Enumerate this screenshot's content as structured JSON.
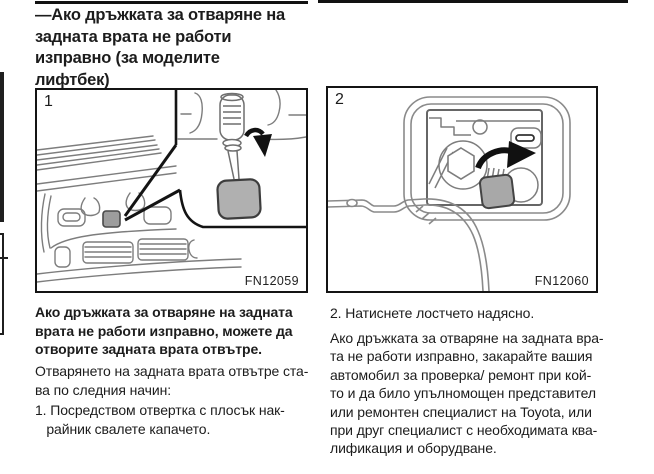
{
  "heading": {
    "text": "—Ако дръжката за отваряне на\nзадната врата не работи\nизправно (за моделите\nлифтбек)"
  },
  "figures": [
    {
      "number": "1",
      "code": "FN12059"
    },
    {
      "number": "2",
      "code": "FN12060"
    }
  ],
  "left_column": {
    "bold_paragraph": "Ако дръжката за отваряне на задната\nврата не работи изправно, можете да\nотворите задната врата отвътре.",
    "paragraph": "Отварянето на задната врата отвътре ста-\nва по следния начин:",
    "step_1": "1. Посредством отвертка с плосък нак-\n   райник свалете капачето."
  },
  "right_column": {
    "step_2": "2. Натиснете лостчето надясно.",
    "paragraph": "Ако дръжката за отваряне на задната вра-\nта не работи изправно, закарайте вашия\nавтомобил за проверка/ ремонт при кой-\nто и да било упълномощен представител\nили ремонтен специалист на Toyota, или\nпри друг специалист с необходимата ква-\nлификация и оборудване."
  },
  "colors": {
    "text": "#1c1c1c",
    "rule": "#121212",
    "line_art": "#7d7d7d",
    "cap_fill": "#9d9d9d",
    "lever_fill": "#a8a8a8",
    "arrow": "#111111"
  }
}
